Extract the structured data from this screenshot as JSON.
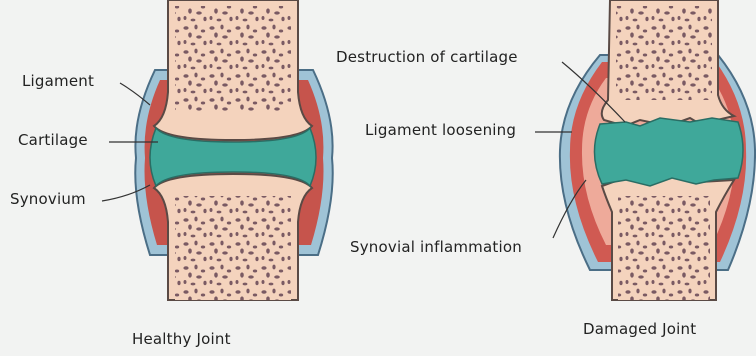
{
  "healthy": {
    "labels": {
      "ligament": "Ligament",
      "cartilage": "Cartilage",
      "synovium": "Synovium"
    },
    "caption": "Healthy Joint"
  },
  "damaged": {
    "labels": {
      "destruction": "Destruction of cartilage",
      "loosening": "Ligament loosening",
      "inflammation": "Synovial inflammation"
    },
    "caption": "Damaged Joint"
  },
  "colors": {
    "bone": "#f4d3bd",
    "marrow_spots": "#7a5a63",
    "cartilage": "#3fa89a",
    "synovium": "#c6544c",
    "capsule": "#9fc3d6",
    "background": "#f2f3f2"
  }
}
